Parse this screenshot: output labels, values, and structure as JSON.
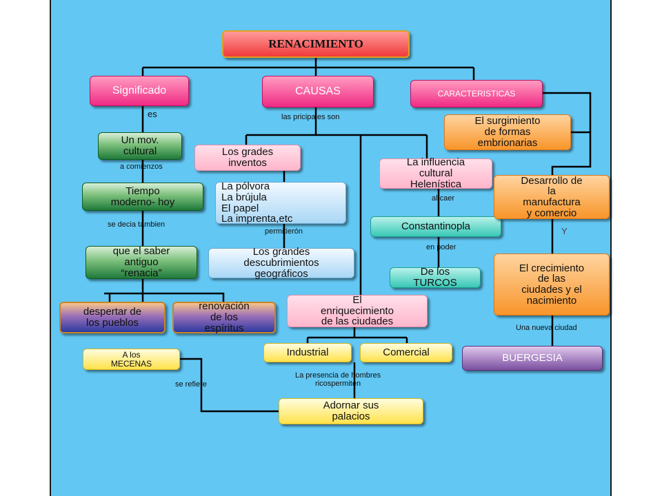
{
  "nodes": {
    "renacimiento": "RENACIMIENTO",
    "significado": "Significado",
    "causas": "CAUSAS",
    "caracteristicas": "CARACTERISTICAS",
    "mov_cultural": "Un mov.\ncultural",
    "tiempo": "Tiempo\nmoderno- hoy",
    "saber": "que el saber\nantiguo\n“renacia”",
    "despertar": "despertar de\nlos pueblos",
    "renovacion": "renovación\nde los\nespíritus",
    "inventos": "Los grades\ninventos",
    "polvora": "La pólvora\nLa brújula\nEl papel\nLa imprenta,etc",
    "descubrimientos": "Los grandes\ndescubrimientos\ngeográficos",
    "influencia": "La influencia\ncultural\nHelenística",
    "constantinopla": "Constantinopla",
    "turcos": "De los\nTURCOS",
    "enriquecimiento": "El\nenriquecimiento\nde las ciudades",
    "industrial": "Industrial",
    "comercial": "Comercial",
    "surgimiento": "El surgimiento\nde formas\nembrionarias",
    "desarrollo": "Desarrollo de\nla\nmanufactura\ny comercio",
    "crecimiento": "El crecimiento\nde las\nciudades y el\nnacimiento",
    "burguesia": "BUERGESIA",
    "mecenas": "A los\nMECENAS",
    "adornar": "Adornar sus\npalacios"
  },
  "labels": {
    "es": "es",
    "principales": "las pricipales son",
    "a_comienzos": "a comienzos",
    "se_decia": "se decia tambien",
    "permitieron": "permitierón",
    "al_caer": "al caer",
    "en_poder": "en poder",
    "y": "Y",
    "nueva_ciudad": "Una nueva ciudad",
    "se_refiere": "se refiere",
    "presencia": "La presencia de hombres\nricospermiten"
  },
  "colors": {
    "background": "#62c7f3",
    "connector": "#000000"
  }
}
